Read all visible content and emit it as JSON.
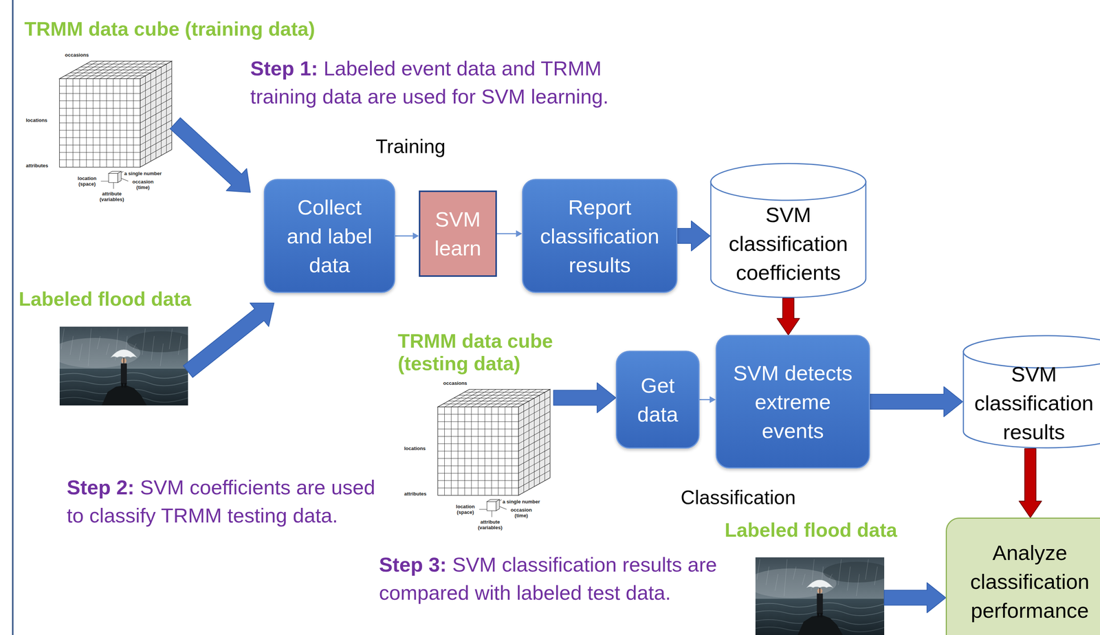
{
  "diagram": {
    "nodes": [
      {
        "text": [
          "TRMM data cube (training data)",
          "occasions",
          "locations",
          "attributes",
          "a single number",
          "location (space)",
          "occasion (time)",
          "attribute (variables)"
        ]
      },
      {
        "text": [
          "Training"
        ]
      },
      {
        "text": [
          "Collect and label data"
        ],
        "in": 1
      },
      {
        "text": [
          "SVM learn"
        ],
        "in": 1
      },
      {
        "text": [
          "Report classification results"
        ],
        "in": 1
      },
      {
        "text": [
          "SVM classification coefficients"
        ]
      },
      {
        "text": [
          "Labeled flood data"
        ]
      },
      {
        "text": [
          "TRMM data cube (testing data)",
          "occasions",
          "locations",
          "attributes",
          "a single number",
          "location (space)",
          "occasion (time)",
          "attribute (variables)"
        ]
      },
      {
        "text": [
          "Classification"
        ]
      },
      {
        "text": [
          "Get data"
        ],
        "in": 8
      },
      {
        "text": [
          "SVM detects extreme events"
        ],
        "in": 8
      },
      {
        "text": [
          "SVM classification results"
        ]
      },
      {
        "text": [
          "Labeled flood data"
        ]
      },
      {
        "text": [
          "Analyze classification performance"
        ]
      }
    ],
    "edges": [
      {
        "from": 0,
        "to": 1,
        "arrow": "to"
      },
      {
        "from": 6,
        "to": 1,
        "arrow": "to"
      },
      {
        "from": 2,
        "to": 3,
        "arrow": "to"
      },
      {
        "from": 3,
        "to": 4,
        "arrow": "to"
      },
      {
        "from": 4,
        "to": 5,
        "arrow": "to"
      },
      {
        "from": 5,
        "to": 10,
        "arrow": "to"
      },
      {
        "from": 7,
        "to": 9,
        "arrow": "to"
      },
      {
        "from": 9,
        "to": 10,
        "arrow": "to"
      },
      {
        "from": 10,
        "to": 11,
        "arrow": "to"
      },
      {
        "from": 11,
        "to": 13,
        "arrow": "to"
      },
      {
        "from": 12,
        "to": 13,
        "arrow": "to"
      }
    ],
    "labels": [
      "Step 1:",
      "Labeled event data and TRMM training data are used for SVM learning.",
      "Step 2:",
      "SVM coefficients are used to classify TRMM testing data.",
      "Step 3:",
      "SVM classification results are compared with labeled test data."
    ]
  }
}
